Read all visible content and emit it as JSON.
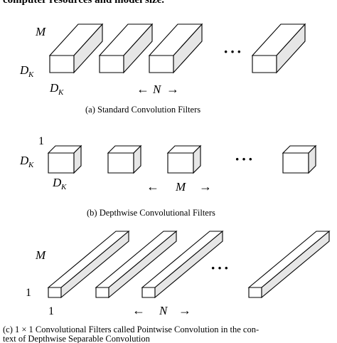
{
  "top_text": "computer resources and model size.",
  "panel_a": {
    "depth_label": "M",
    "height_label": "D",
    "height_sub": "K",
    "width_label": "D",
    "width_sub": "K",
    "count_label": "N",
    "ellipsis": "···",
    "caption": "(a)  Standard Convolution Filters"
  },
  "panel_b": {
    "depth_label": "1",
    "height_label": "D",
    "height_sub": "K",
    "width_label": "D",
    "width_sub": "K",
    "count_label": "M",
    "ellipsis": "···",
    "caption": "(b)  Depthwise Convolutional Filters"
  },
  "panel_c": {
    "depth_label": "M",
    "height_label": "1",
    "width_label": "1",
    "count_label": "N",
    "ellipsis": "···",
    "caption_line1": "(c)  1 × 1 Convolutional Filters called Pointwise Convolution in the con-",
    "caption_line2": "text of Depthwise Separable Convolution"
  },
  "arrow_left": "←",
  "arrow_right": "→"
}
